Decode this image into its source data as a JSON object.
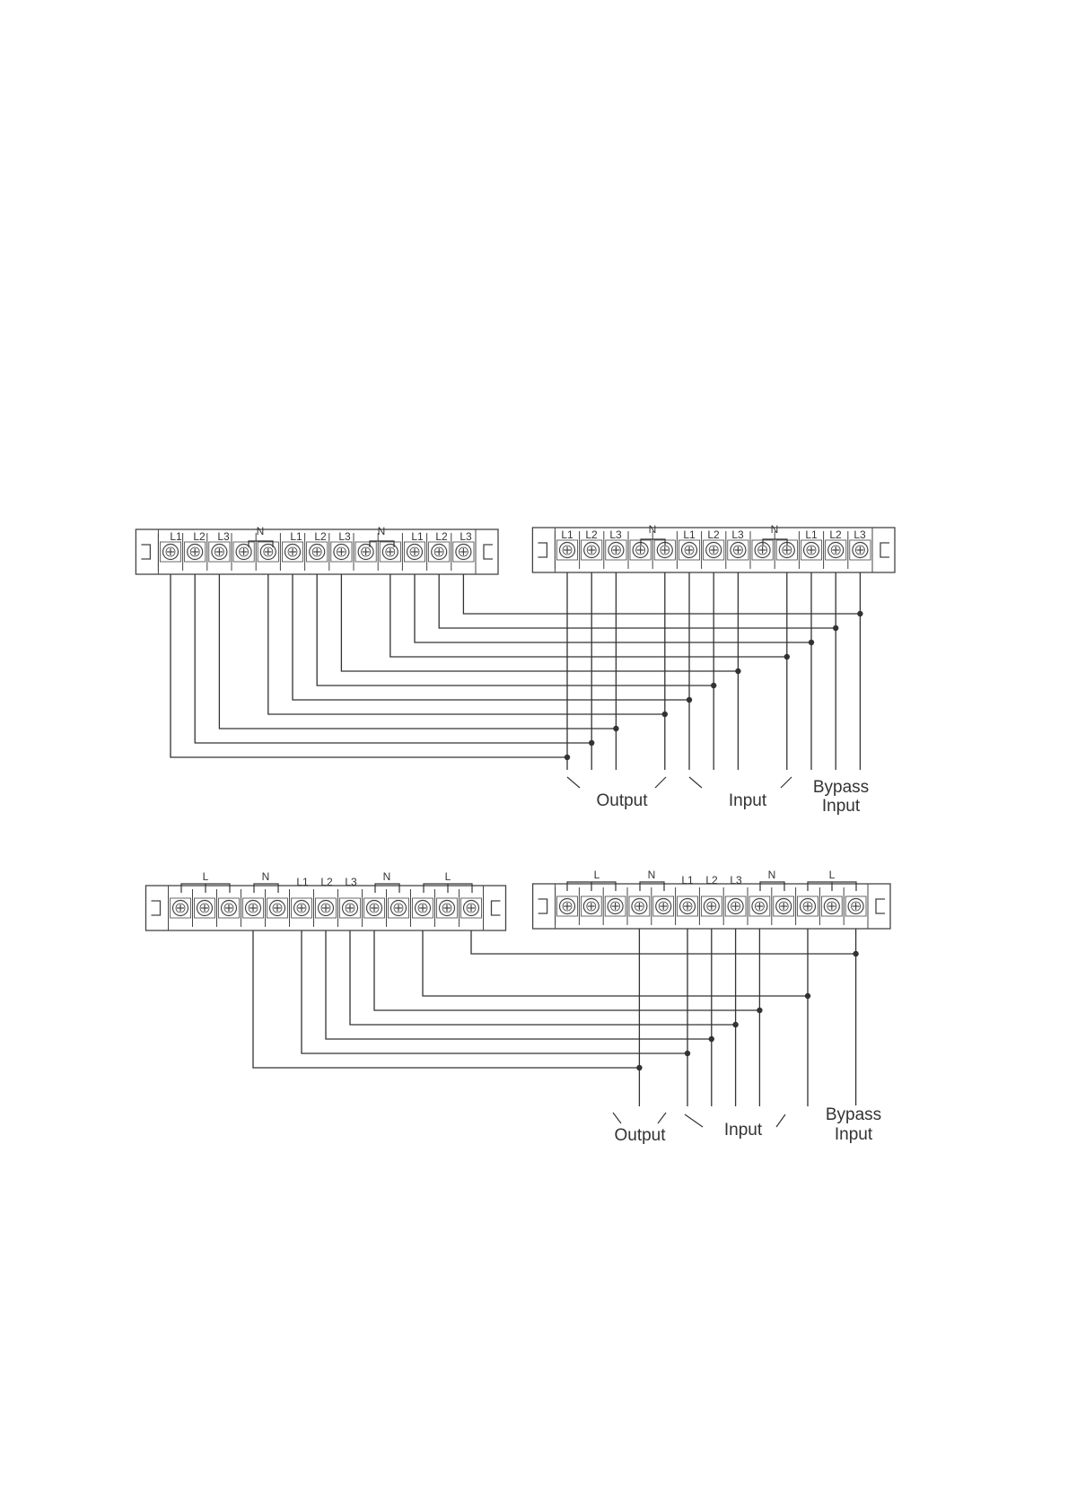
{
  "diagram1": {
    "left_block": {
      "labels": [
        "L1",
        "L2",
        "L3",
        "N",
        "L1",
        "L2",
        "L3",
        "N",
        "L1",
        "L2",
        "L3"
      ]
    },
    "right_block": {
      "labels": [
        "L1",
        "L2",
        "L3",
        "N",
        "L1",
        "L2",
        "L3",
        "N",
        "L1",
        "L2",
        "L3"
      ]
    },
    "group_labels": {
      "output": "Output",
      "input": "Input",
      "bypass_line1": "Bypass",
      "bypass_line2": "Input"
    }
  },
  "diagram2": {
    "left_block": {
      "labels": [
        "L",
        "N",
        "L1",
        "L2",
        "L3",
        "N",
        "L"
      ]
    },
    "right_block": {
      "labels": [
        "L",
        "N",
        "L1",
        "L2",
        "L3",
        "N",
        "L"
      ]
    },
    "group_labels": {
      "output": "Output",
      "input": "Input",
      "bypass_line1": "Bypass",
      "bypass_line2": "Input"
    }
  },
  "colors": {
    "line": "#333333",
    "block_fill": "#ffffff",
    "block_stroke": "#444444"
  },
  "icons": [
    "screw-terminal-icon",
    "mounting-ear-icon",
    "junction-dot-icon"
  ]
}
